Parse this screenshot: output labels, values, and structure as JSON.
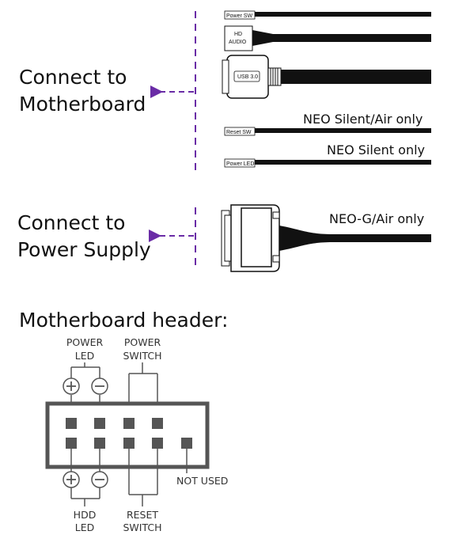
{
  "left_labels": {
    "motherboard": [
      "Connect to",
      "Motherboard"
    ],
    "power_supply": [
      "Connect to",
      "Power Supply"
    ]
  },
  "cables": {
    "power_sw": "Power SW",
    "hd_audio": [
      "HD",
      "AUDIO"
    ],
    "usb": "USB 3.0",
    "reset_sw": "Reset SW",
    "power_led": "Power LED"
  },
  "notes": {
    "neo_silent_air": "NEO Silent/Air only",
    "neo_silent": "NEO Silent only",
    "neo_g_air": "NEO-G/Air only"
  },
  "header": {
    "title": "Motherboard header:",
    "power_led": [
      "POWER",
      "LED"
    ],
    "power_switch": [
      "POWER",
      "SWITCH"
    ],
    "hdd_led": [
      "HDD",
      "LED"
    ],
    "reset_switch": [
      "RESET",
      "SWITCH"
    ],
    "not_used": "NOT USED"
  },
  "colors": {
    "arrow": "#6a2ca6",
    "cable": "#111111",
    "header_line": "#555555"
  }
}
